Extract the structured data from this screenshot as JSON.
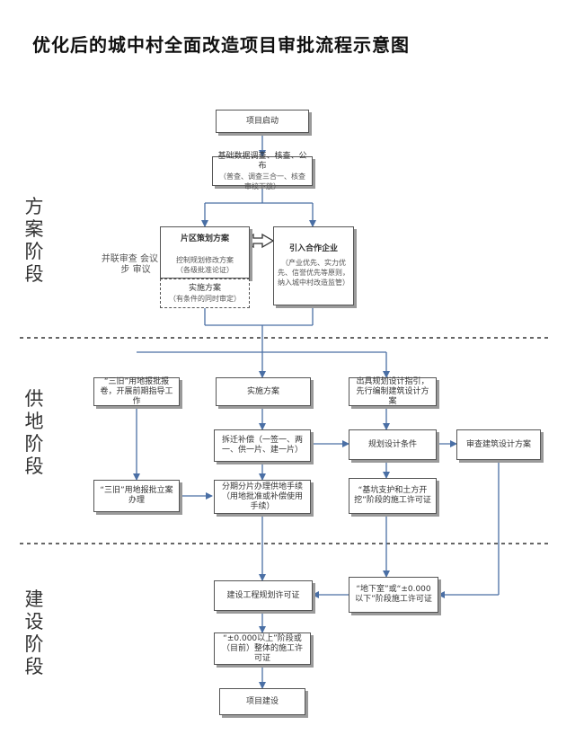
{
  "title": "优化后的城中村全面改造项目审批流程示意图",
  "stages": {
    "scheme": "方案阶段",
    "land": "供地阶段",
    "construction": "建设阶段"
  },
  "side_note": "并联审查 会议 同步 审议",
  "nodes": {
    "start": "项目启动",
    "survey": {
      "main": "基础数据调查、核查、公布",
      "sub": "（普查、调查三合一、核查审校下放）"
    },
    "planning": {
      "main": "片区策划方案",
      "sub_title": "控制规划修改方案",
      "sub": "（各级批准论证）"
    },
    "partner": {
      "main": "引入合作企业",
      "sub": "（产业优先、实力优先、信誉优先等原则，纳入城中村改造监管）"
    },
    "impl_plan": {
      "main": "实施方案",
      "sub": "（有条件的同时审定）"
    },
    "old_reform": "“三旧”用地报批报卷，开展前期指导工作",
    "impl": "实施方案",
    "design_guide": "出具规划设计指引，先行编制建筑设计方案",
    "relocation": "拆迁补偿（一签一、两一、供一片、建一片）",
    "plan_conditions": "规划设计条件",
    "review_design": "审查建筑设计方案",
    "old_land_approval": "“三旧”用地报批立案办理",
    "land_procedures": "分期分片办理供地手续（用地批准或补偿使用手续）",
    "foundation": "“基坑支护和土方开挖”阶段的施工许可证",
    "build_permit": "建设工程规划许可证",
    "underground": "“地下室”或“±0.000以下”阶段施工许可证",
    "above_ground": "“±0.000以上”阶段或（目前）整体的施工许可证",
    "build": "项目建设"
  },
  "colors": {
    "arrow": "#4a6fa5",
    "line": "#555555",
    "dash": "#333333"
  }
}
